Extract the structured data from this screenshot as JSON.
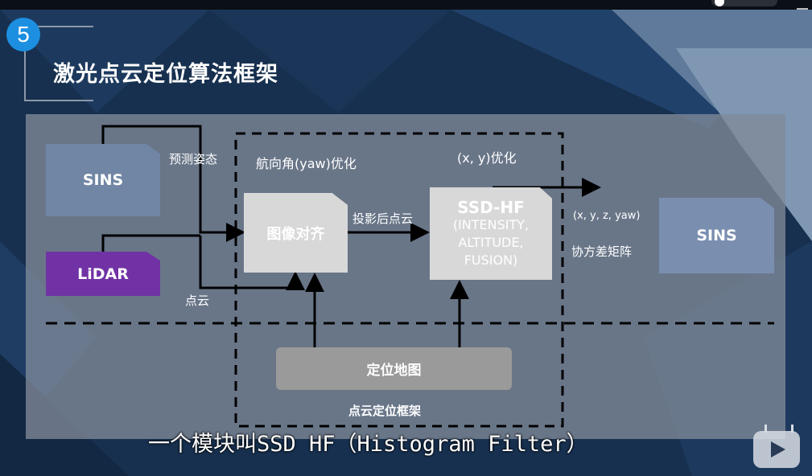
{
  "slide": {
    "number": "5",
    "title": "激光点云定位算法框架"
  },
  "diagram": {
    "nodes": {
      "sins_left": "SINS",
      "lidar": "LiDAR",
      "image_align": "图像对齐",
      "ssd_title": "SSD-HF",
      "ssd_line1": "(INTENSITY,",
      "ssd_line2": "ALTITUDE,",
      "ssd_line3": "FUSION)",
      "sins_right": "SINS",
      "map": "定位地图"
    },
    "labels": {
      "predict_pose": "预测姿态",
      "yaw_opt": "航向角(yaw)优化",
      "xy_opt": "(x, y)优化",
      "projected_cloud": "投影后点云",
      "output_state": "(x, y, z, yaw)",
      "covariance": "协方差矩阵",
      "point_cloud": "点云",
      "framework": "点云定位框架"
    },
    "colors": {
      "sins": "#7186a5",
      "lidar": "#7032a5",
      "process": "#d8d8d8",
      "map": "#9a9a9a",
      "panel": "#808a98"
    }
  },
  "subtitle": "一个模块叫SSD HF（Histogram Filter）",
  "player": {
    "logo_icon": "tv-play-icon",
    "menu_icon": "menu-icon"
  }
}
